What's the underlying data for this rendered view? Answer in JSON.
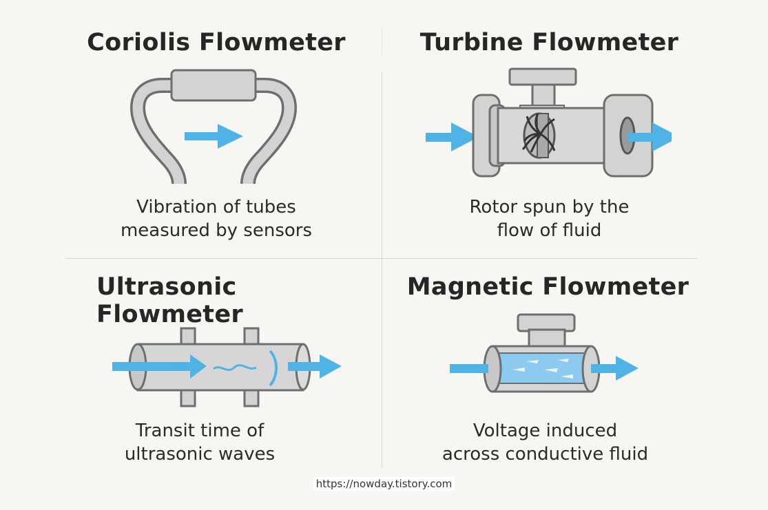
{
  "colors": {
    "background": "#f7f6f2",
    "pipe_fill": "#d3d3d3",
    "pipe_stroke": "#6e6e6e",
    "flow_arrow": "#4fb3e6",
    "fluid": "#8ccaf0",
    "divider": "#d4d4d4"
  },
  "panels": [
    {
      "id": "coriolis",
      "title": "Coriolis Flowmeter",
      "caption_lines": [
        "Vibration of tubes",
        "measured by sensors"
      ]
    },
    {
      "id": "turbine",
      "title": "Turbine Flowmeter",
      "caption_lines": [
        "Rotor spun by the",
        "flow of fluid"
      ]
    },
    {
      "id": "ultrasonic",
      "title": "Ultrasonic Flowmeter",
      "caption_lines": [
        "Transit time of",
        "ultrasonic waves"
      ]
    },
    {
      "id": "magnetic",
      "title": "Magnetic Flowmeter",
      "caption_lines": [
        "Voltage induced",
        "across conductive fluid"
      ]
    }
  ],
  "icons": [
    "u-tube-icon",
    "turbine-icon",
    "ultrasonic-pipe-icon",
    "magnetic-pipe-icon",
    "flow-arrow-icon"
  ],
  "footer": {
    "url": "https://nowday.tistory.com"
  }
}
